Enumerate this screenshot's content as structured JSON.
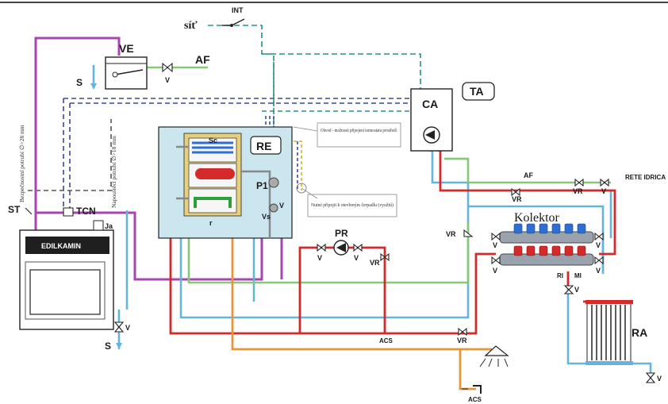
{
  "labels": {
    "sit": "síť",
    "int": "INT",
    "ve": "VE",
    "af_top": "AF",
    "s_top": "S",
    "v_top": "V",
    "ca": "CA",
    "ta": "TA",
    "re": "RE",
    "sc": "Sc",
    "p1": "P1",
    "v_tank": "V",
    "vs": "Vs",
    "r": "r",
    "st": "ST",
    "tcn": "TCN",
    "ja": "Ja",
    "edilkamin": "EDILKAMIN",
    "s_bottom": "S",
    "v_bottom": "V",
    "pr": "PR",
    "v_pr_left": "V",
    "v_pr_right": "V",
    "vr_pr": "VR",
    "vr_mid": "VR",
    "vr_af": "VR",
    "vr_acs": "VR",
    "af_right": "AF",
    "vr_rete": "VR",
    "v_rete": "V",
    "rete_idrica": "RETE IDRICA",
    "kolektor": "Kolektor",
    "v_kol_1": "V",
    "v_kol_2": "V",
    "v_kol_3": "V",
    "v_kol_4": "V",
    "ri": "RI",
    "mi": "MI",
    "v_ri": "V",
    "ra": "RA",
    "v_ra": "V",
    "acs_mid": "ACS",
    "acs_bottom": "ACS",
    "pipe_safety": "Bezpečnostní potrubí ∅>28 mm",
    "pipe_fill": "Napouštěcí potrubí ∅>18 mm",
    "note_thermostat": "Obvod - možnosti připojení termostatu prostředí",
    "note_heating": "Nutné připojit k otevřeným čerpadlu (využití)"
  },
  "colors": {
    "red": "#d42a2a",
    "blue": "#62b6dc",
    "green": "#86c877",
    "purple": "#a845b0",
    "orange": "#e8953a",
    "teal_dash": "#2b8f86",
    "navy_dash": "#3e4a8a",
    "tank_panel": "#cbe6ef"
  }
}
